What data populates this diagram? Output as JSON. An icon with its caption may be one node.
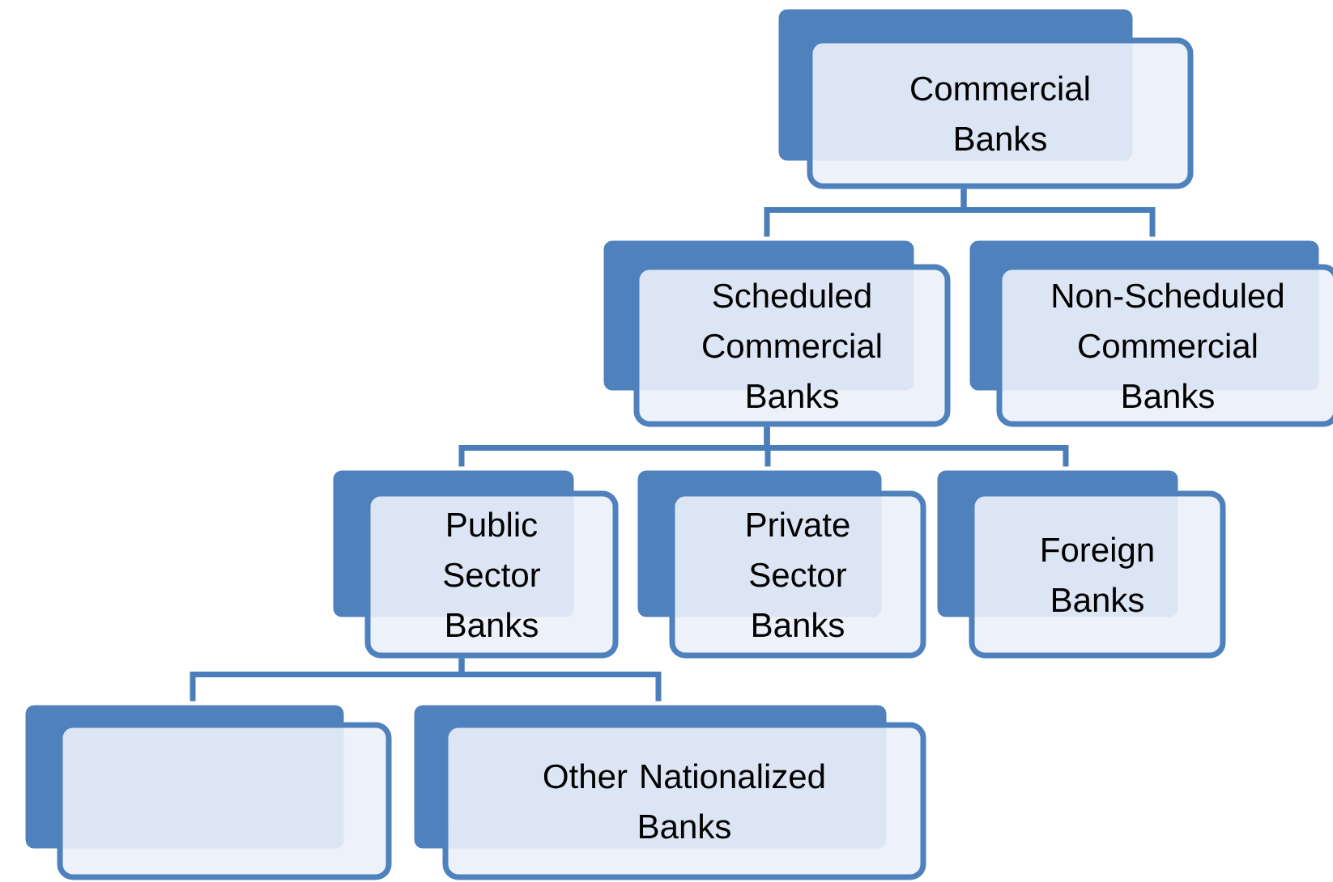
{
  "diagram": {
    "nodes": [
      {
        "text": [
          "Commercial Banks"
        ]
      },
      {
        "text": [
          "Scheduled Commercial Banks"
        ]
      },
      {
        "text": [
          "Non-Scheduled Commercial Banks"
        ]
      },
      {
        "text": [
          "Public Sector Banks"
        ]
      },
      {
        "text": [
          "Private Sector Banks"
        ]
      },
      {
        "text": [
          "Foreign Banks"
        ]
      },
      {
        "text": [],
        "shape": "box"
      },
      {
        "text": [
          "Other Nationalized Banks"
        ]
      }
    ],
    "edges": [
      {
        "from": 0,
        "to": 1,
        "arrow": "none"
      },
      {
        "from": 0,
        "to": 2,
        "arrow": "none"
      },
      {
        "from": 1,
        "to": 3,
        "arrow": "none"
      },
      {
        "from": 1,
        "to": 4,
        "arrow": "none"
      },
      {
        "from": 1,
        "to": 5,
        "arrow": "none"
      },
      {
        "from": 3,
        "to": 6,
        "arrow": "none"
      },
      {
        "from": 3,
        "to": 7,
        "arrow": "none"
      }
    ]
  }
}
